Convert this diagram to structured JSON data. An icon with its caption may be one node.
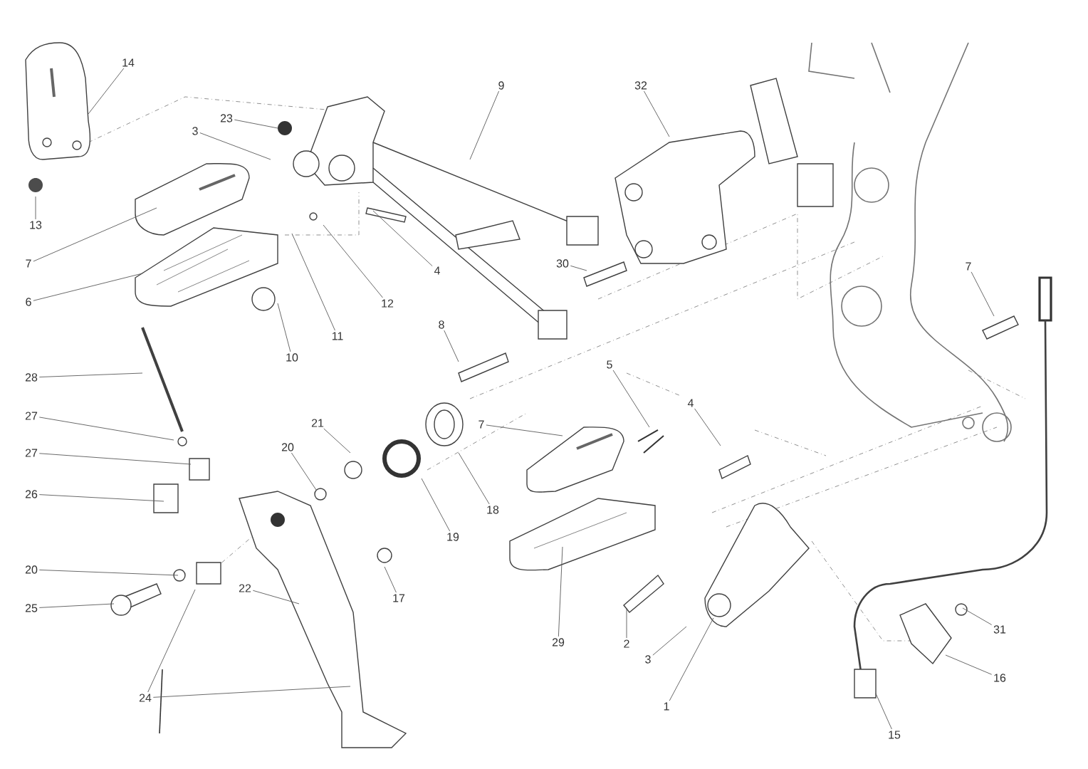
{
  "diagram": {
    "nodes": [
      {
        "text": [
          "14"
        ]
      },
      {
        "text": [
          "9"
        ]
      },
      {
        "text": [
          "32"
        ]
      },
      {
        "text": [
          "23"
        ]
      },
      {
        "text": [
          "3"
        ]
      },
      {
        "text": [
          "13"
        ]
      },
      {
        "text": [
          "7"
        ]
      },
      {
        "text": [
          "4"
        ]
      },
      {
        "text": [
          "30"
        ]
      },
      {
        "text": [
          "7"
        ]
      },
      {
        "text": [
          "6"
        ]
      },
      {
        "text": [
          "12"
        ]
      },
      {
        "text": [
          "11"
        ]
      },
      {
        "text": [
          "8"
        ]
      },
      {
        "text": [
          "10"
        ]
      },
      {
        "text": [
          "5"
        ]
      },
      {
        "text": [
          "28"
        ]
      },
      {
        "text": [
          "4"
        ]
      },
      {
        "text": [
          "27"
        ]
      },
      {
        "text": [
          "21"
        ]
      },
      {
        "text": [
          "7"
        ]
      },
      {
        "text": [
          "20"
        ]
      },
      {
        "text": [
          "27"
        ]
      },
      {
        "text": [
          "26"
        ]
      },
      {
        "text": [
          "18"
        ]
      },
      {
        "text": [
          "19"
        ]
      },
      {
        "text": [
          "20"
        ]
      },
      {
        "text": [
          "22"
        ]
      },
      {
        "text": [
          "17"
        ]
      },
      {
        "text": [
          "25"
        ]
      },
      {
        "text": [
          "31"
        ]
      },
      {
        "text": [
          "29"
        ]
      },
      {
        "text": [
          "2"
        ]
      },
      {
        "text": [
          "3"
        ]
      },
      {
        "text": [
          "16"
        ]
      },
      {
        "text": [
          "24"
        ]
      },
      {
        "text": [
          "1"
        ]
      },
      {
        "text": [
          "15"
        ]
      }
    ],
    "edges": [
      {
        "from": 0,
        "to": null,
        "arrow": "none"
      },
      {
        "from": 1,
        "to": null,
        "arrow": "none"
      },
      {
        "from": 2,
        "to": null,
        "arrow": "none"
      },
      {
        "from": 3,
        "to": null,
        "arrow": "none"
      },
      {
        "from": 4,
        "to": null,
        "arrow": "none"
      },
      {
        "from": 5,
        "to": null,
        "arrow": "none"
      },
      {
        "from": 6,
        "to": null,
        "arrow": "none"
      },
      {
        "from": 7,
        "to": null,
        "arrow": "none"
      },
      {
        "from": 8,
        "to": null,
        "arrow": "none"
      },
      {
        "from": 9,
        "to": null,
        "arrow": "none"
      },
      {
        "from": 10,
        "to": null,
        "arrow": "none"
      },
      {
        "from": 11,
        "to": null,
        "arrow": "none"
      },
      {
        "from": 12,
        "to": null,
        "arrow": "none"
      },
      {
        "from": 13,
        "to": null,
        "arrow": "none"
      },
      {
        "from": 14,
        "to": null,
        "arrow": "none"
      },
      {
        "from": 15,
        "to": null,
        "arrow": "none"
      },
      {
        "from": 16,
        "to": null,
        "arrow": "none"
      },
      {
        "from": 17,
        "to": null,
        "arrow": "none"
      },
      {
        "from": 18,
        "to": null,
        "arrow": "none"
      },
      {
        "from": 19,
        "to": null,
        "arrow": "none"
      },
      {
        "from": 20,
        "to": null,
        "arrow": "none"
      },
      {
        "from": 21,
        "to": null,
        "arrow": "none"
      },
      {
        "from": 22,
        "to": null,
        "arrow": "none"
      },
      {
        "from": 23,
        "to": null,
        "arrow": "none"
      },
      {
        "from": 24,
        "to": null,
        "arrow": "none"
      },
      {
        "from": 25,
        "to": null,
        "arrow": "none"
      },
      {
        "from": 26,
        "to": null,
        "arrow": "none"
      },
      {
        "from": 27,
        "to": null,
        "arrow": "none"
      },
      {
        "from": 28,
        "to": null,
        "arrow": "none"
      },
      {
        "from": 29,
        "to": null,
        "arrow": "none"
      },
      {
        "from": 30,
        "to": null,
        "arrow": "none"
      },
      {
        "from": 31,
        "to": null,
        "arrow": "none"
      },
      {
        "from": 32,
        "to": null,
        "arrow": "none"
      },
      {
        "from": 33,
        "to": null,
        "arrow": "none"
      },
      {
        "from": 34,
        "to": null,
        "arrow": "none"
      },
      {
        "from": 35,
        "to": null,
        "arrow": "none"
      },
      {
        "from": 35,
        "to": null,
        "arrow": "none"
      },
      {
        "from": 36,
        "to": null,
        "arrow": "none"
      },
      {
        "from": 37,
        "to": null,
        "arrow": "none"
      }
    ]
  }
}
